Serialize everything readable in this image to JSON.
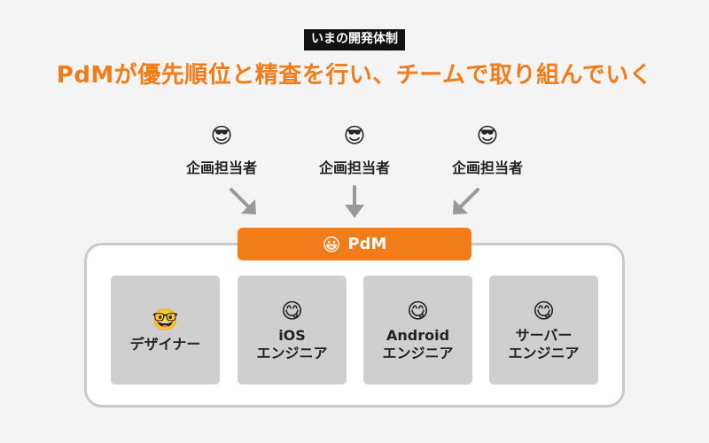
{
  "tag": "いまの開発体制",
  "headline": "PdMが優先順位と精査を行い、チームで取り組んでいく",
  "planners": [
    {
      "emoji": "😎",
      "label": "企画担当者",
      "icon": "sunglasses-face-icon"
    },
    {
      "emoji": "😎",
      "label": "企画担当者",
      "icon": "sunglasses-face-icon"
    },
    {
      "emoji": "😎",
      "label": "企画担当者",
      "icon": "sunglasses-face-icon"
    }
  ],
  "pdm": {
    "emoji": "😀",
    "label": "PdM",
    "icon": "grinning-face-icon"
  },
  "members": [
    {
      "emoji": "🤓",
      "label": "デザイナー",
      "icon": "nerd-face-icon"
    },
    {
      "emoji": "😋",
      "label": "iOS\nエンジニア",
      "icon": "yummy-face-icon"
    },
    {
      "emoji": "😋",
      "label": "Android\nエンジニア",
      "icon": "yummy-face-icon"
    },
    {
      "emoji": "😋",
      "label": "サーバー\nエンジニア",
      "icon": "yummy-face-icon"
    }
  ],
  "colors": {
    "accent": "#f07d1a",
    "arrow": "#999999",
    "card": "#cfcfcf",
    "background": "#f4f4f4"
  }
}
